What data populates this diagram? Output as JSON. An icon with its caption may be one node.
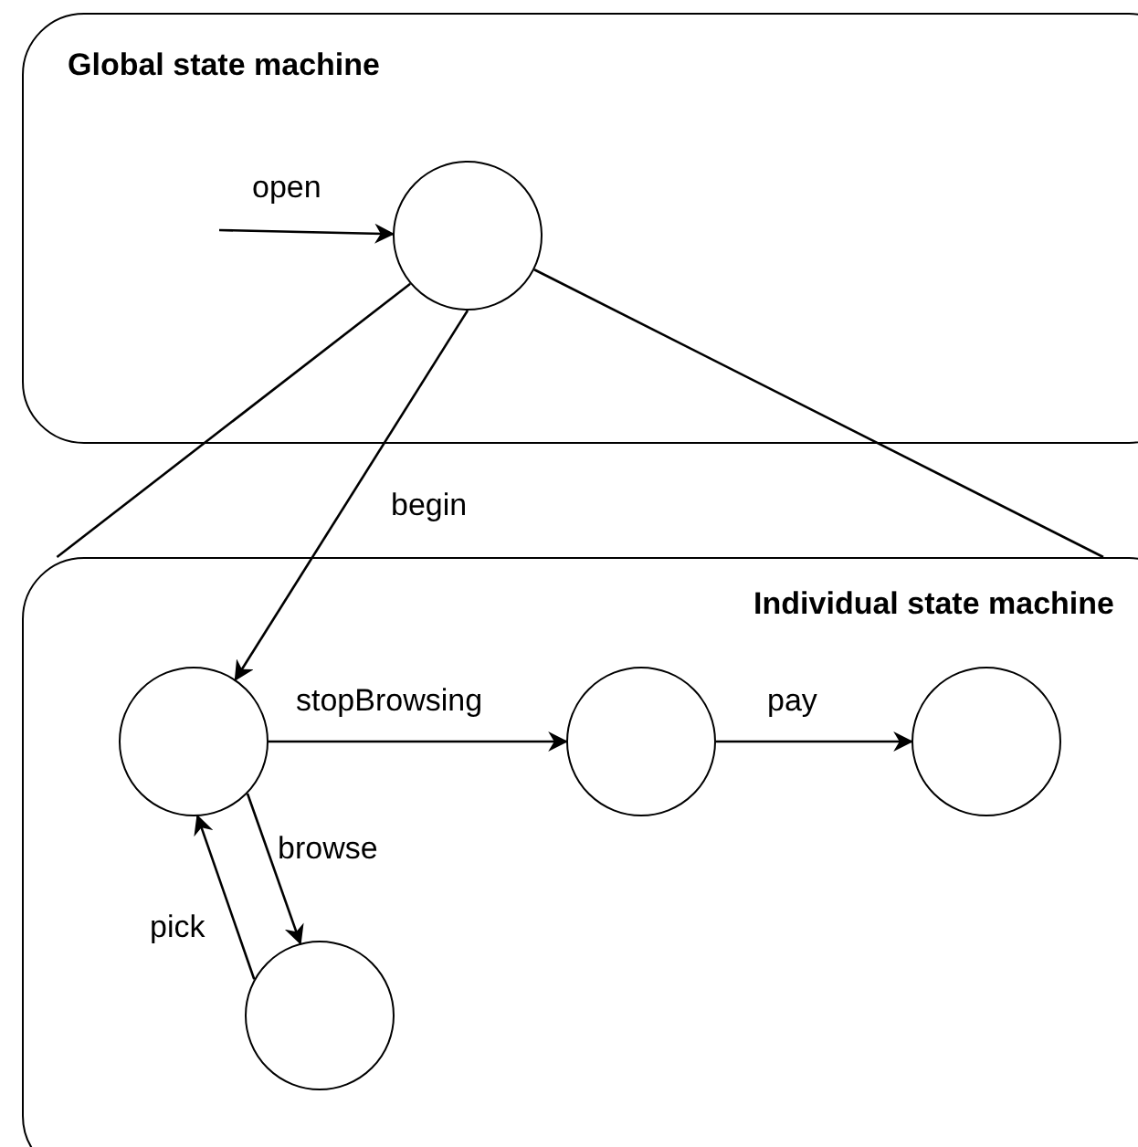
{
  "diagram": {
    "nodes": [
      {
        "text": [
          "Global state machine"
        ]
      },
      {
        "text": [],
        "shape": "circle",
        "in": 0
      },
      {
        "text": [
          "Individual state machine"
        ]
      },
      {
        "text": [],
        "shape": "circle",
        "in": 2
      },
      {
        "text": [],
        "shape": "circle",
        "in": 2
      },
      {
        "text": [],
        "shape": "circle",
        "in": 2
      },
      {
        "text": [],
        "shape": "circle",
        "in": 2
      }
    ],
    "edges": [
      {
        "from": null,
        "to": 1,
        "arrow": "to",
        "label": "open"
      },
      {
        "from": 1,
        "to": 3,
        "arrow": "to",
        "label": "begin"
      },
      {
        "from": 1,
        "to": 2,
        "arrow": "none"
      },
      {
        "from": 1,
        "to": 2,
        "arrow": "none"
      },
      {
        "from": 3,
        "to": 4,
        "arrow": "to",
        "label": "stopBrowsing"
      },
      {
        "from": 4,
        "to": 5,
        "arrow": "to",
        "label": "pay"
      },
      {
        "from": 3,
        "to": 6,
        "arrow": "to",
        "label": "browse"
      },
      {
        "from": 6,
        "to": 3,
        "arrow": "to",
        "label": "pick"
      }
    ]
  }
}
